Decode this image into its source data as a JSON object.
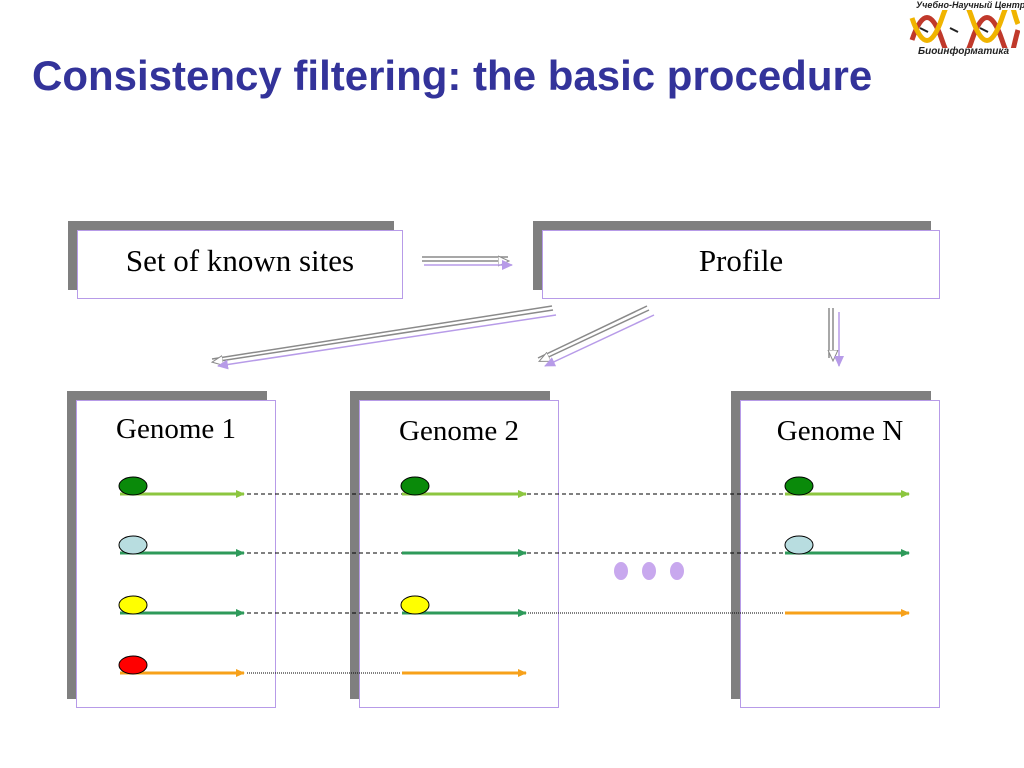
{
  "slide": {
    "title": "Consistency filtering: the basic procedure"
  },
  "logo": {
    "top_text": "Учебно-Научный Центр",
    "bottom_text": "Биоинформатика",
    "colors": [
      "#c0392b",
      "#f0b400",
      "#222222"
    ]
  },
  "boxes": {
    "known_sites": "Set of known sites",
    "profile": "Profile"
  },
  "genomes": [
    {
      "label": "Genome 1"
    },
    {
      "label": "Genome 2"
    },
    {
      "label": "Genome N"
    }
  ],
  "colors": {
    "title": "#33339a",
    "box_border": "#b79be8",
    "box_shadow": "#7f7f7f",
    "site_dark_green": "#0a8a0a",
    "site_light_blue": "#b8dde0",
    "site_yellow": "#ffff00",
    "site_red": "#ff0000",
    "arrow_lime": "#8cc63f",
    "arrow_green": "#2e9a5a",
    "arrow_orange": "#f7a11a",
    "ellipsis_dots": "#c8a8ee"
  }
}
